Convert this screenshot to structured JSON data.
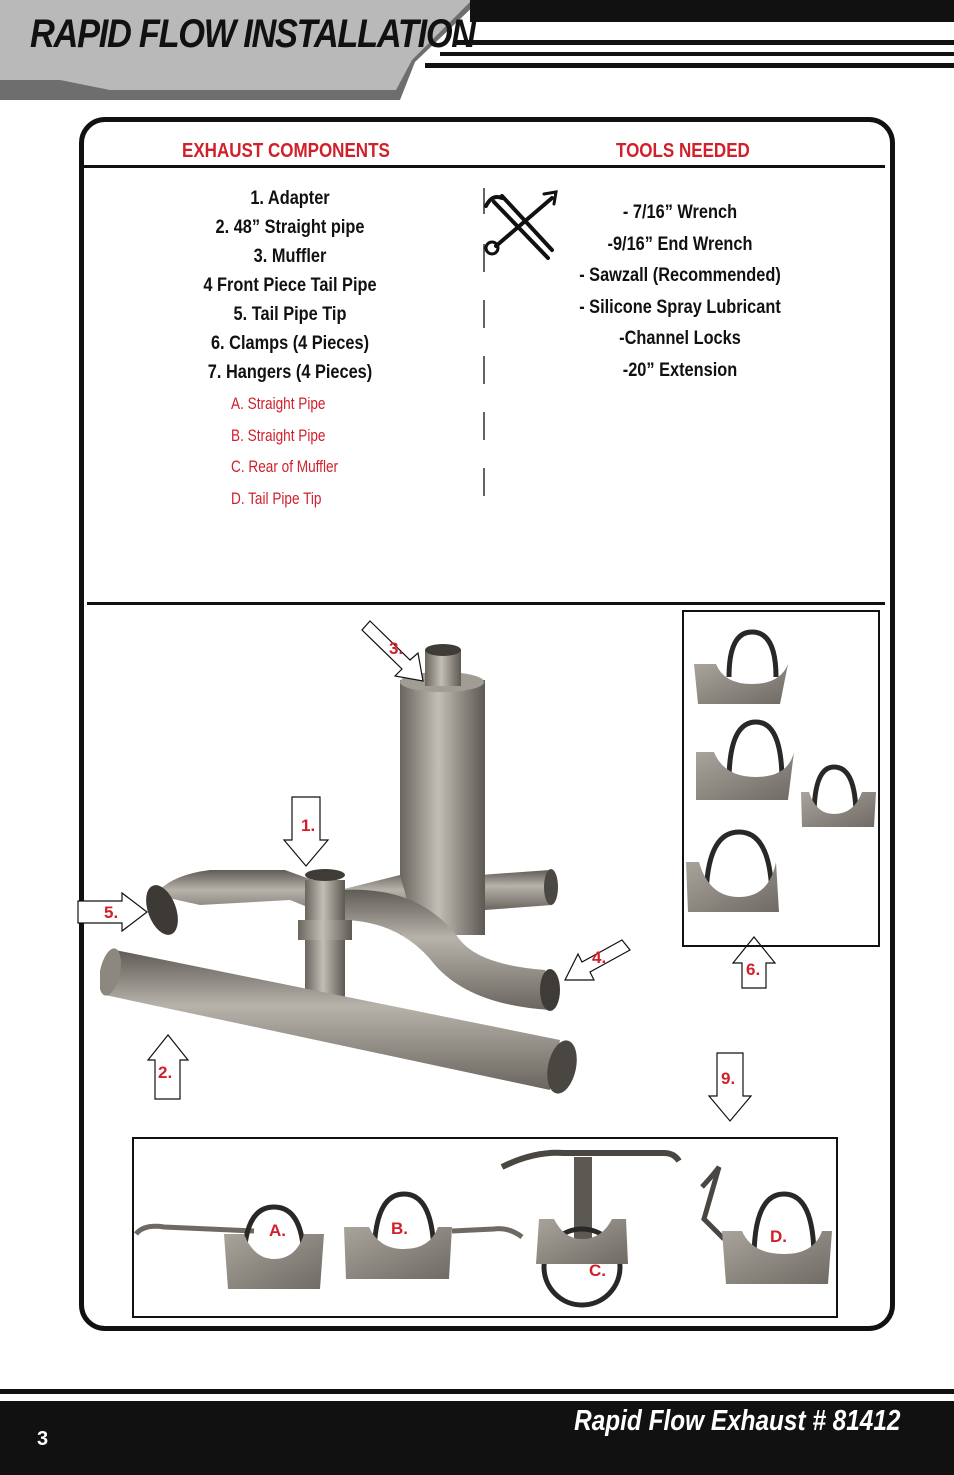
{
  "header": {
    "title": "RAPID FLOW INSTALLATION"
  },
  "exhaust_components": {
    "heading": "EXHAUST COMPONENTS",
    "items": [
      "1. Adapter",
      "2. 48” Straight pipe",
      "3.  Muffler",
      "4 Front Piece Tail Pipe",
      "5. Tail Pipe Tip",
      "6. Clamps (4 Pieces)",
      "7. Hangers (4 Pieces)"
    ],
    "hanger_items": [
      "A. Straight Pipe",
      "B. Straight Pipe",
      "C. Rear of Muffler",
      "D. Tail Pipe Tip"
    ]
  },
  "tools_needed": {
    "heading": "TOOLS NEEDED",
    "icon": "wrench-pliers-icon",
    "items": [
      "- 7/16” Wrench",
      "-9/16” End Wrench",
      "- Sawzall (Recommended)",
      "- Silicone Spray Lubricant",
      "-Channel Locks",
      "-20” Extension"
    ]
  },
  "callouts": {
    "c1": "1.",
    "c2": "2.",
    "c3": "3.",
    "c4": "4.",
    "c5": "5.",
    "c6": "6.",
    "c9": "9.",
    "a": "A.",
    "b": "B.",
    "c": "C.",
    "d": "D."
  },
  "footer": {
    "title": "Rapid Flow Exhaust # 81412",
    "page_number": "3"
  },
  "colors": {
    "accent": "#d0202b",
    "dark": "#111111",
    "metal": "#8d8a84"
  }
}
